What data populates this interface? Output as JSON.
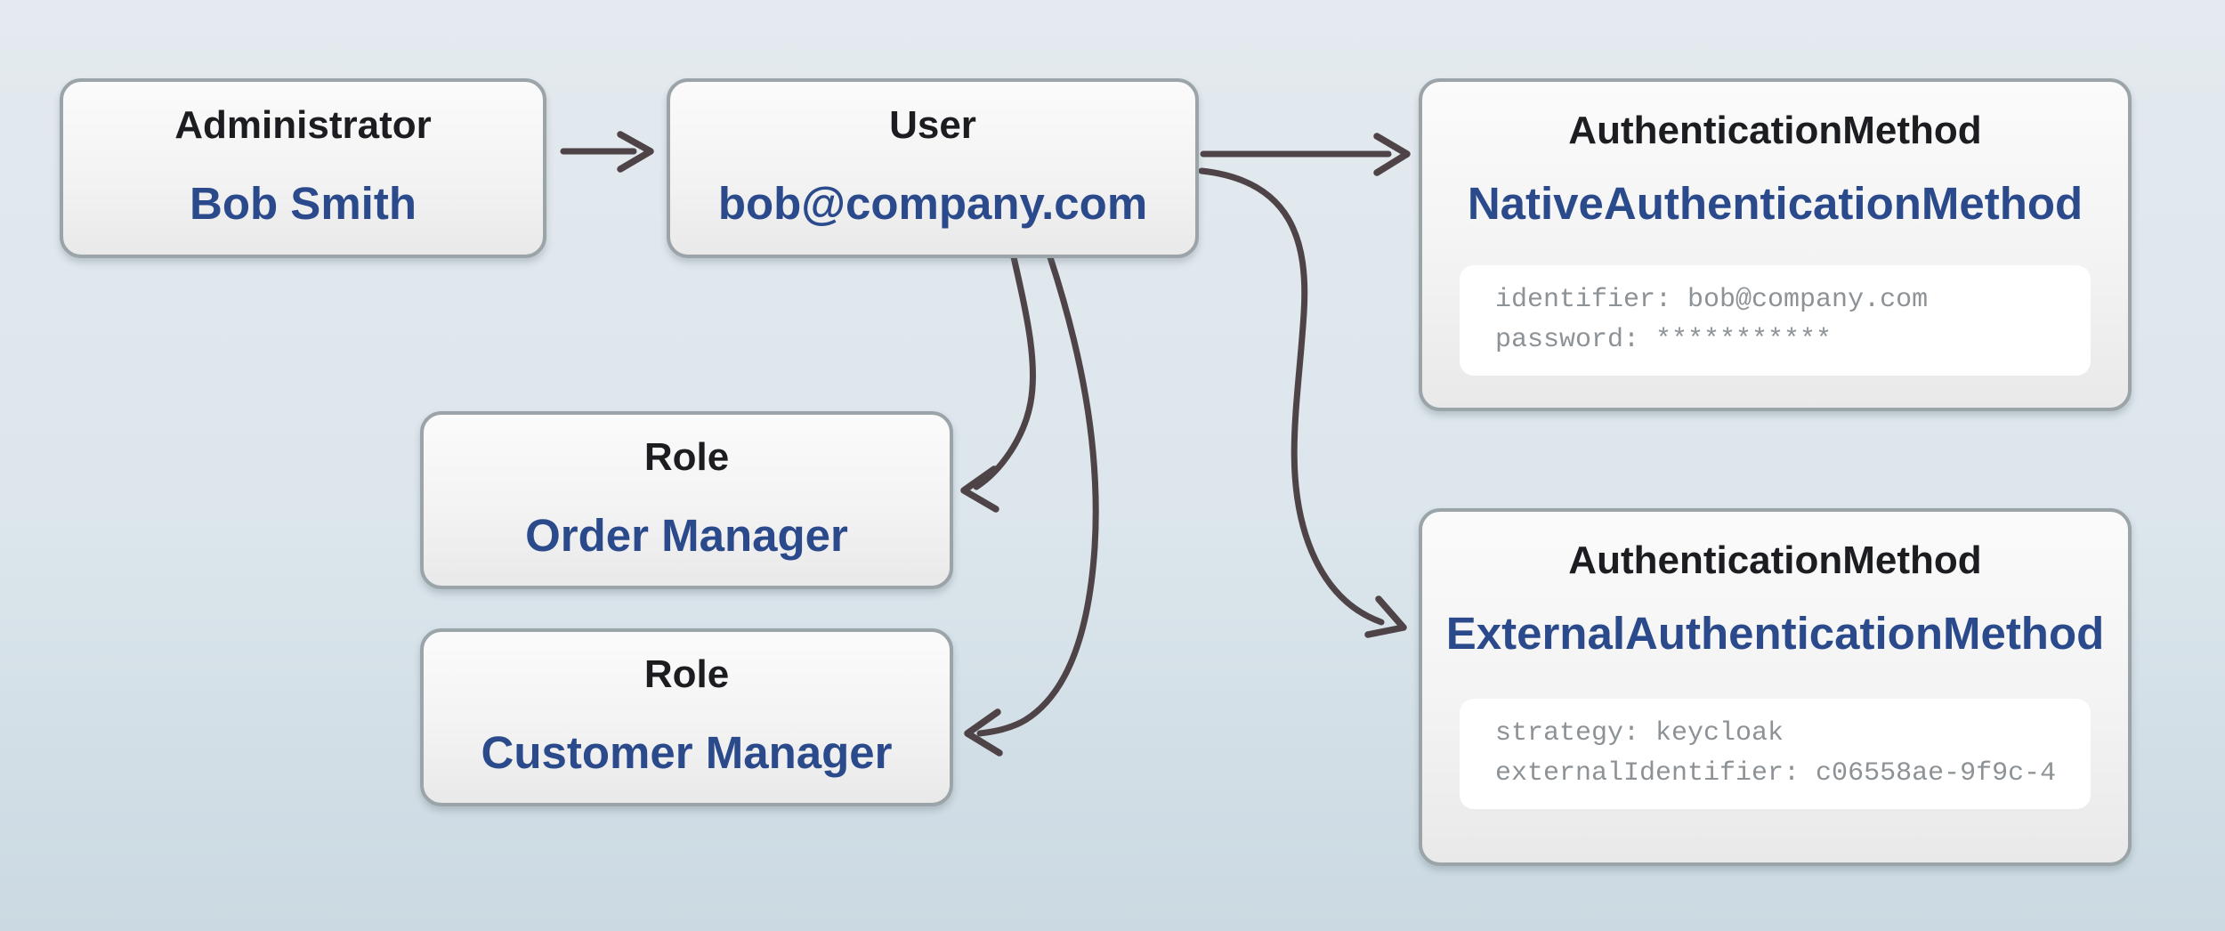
{
  "colors": {
    "accent_blue": "#2b4a8c",
    "title_color": "#1c1d20",
    "arrow": "#4e4347",
    "code_text": "#8d9296",
    "code_bg": "#ffffff",
    "box_border": "#9aa4a9",
    "bg_top": "#e4eaef",
    "bg_mid": "#dce6ec",
    "bg_bottom": "#cbd9e2"
  },
  "nodes": {
    "administrator": {
      "type_label": "Administrator",
      "value": "Bob Smith"
    },
    "user": {
      "type_label": "User",
      "value": "bob@company.com"
    },
    "role_order": {
      "type_label": "Role",
      "value": "Order Manager"
    },
    "role_customer": {
      "type_label": "Role",
      "value": "Customer Manager"
    },
    "auth_native": {
      "type_label": "AuthenticationMethod",
      "value": "NativeAuthenticationMethod",
      "code_lines": [
        "identifier: bob@company.com",
        "password: ***********"
      ]
    },
    "auth_external": {
      "type_label": "AuthenticationMethod",
      "value": "ExternalAuthenticationMethod",
      "code_lines": [
        "strategy: keycloak",
        "externalIdentifier: c06558ae-9f9c-4..."
      ]
    }
  },
  "edges": [
    {
      "from": "administrator",
      "to": "user"
    },
    {
      "from": "user",
      "to": "auth_native"
    },
    {
      "from": "user",
      "to": "auth_external"
    },
    {
      "from": "user",
      "to": "role_order"
    },
    {
      "from": "user",
      "to": "role_customer"
    }
  ]
}
